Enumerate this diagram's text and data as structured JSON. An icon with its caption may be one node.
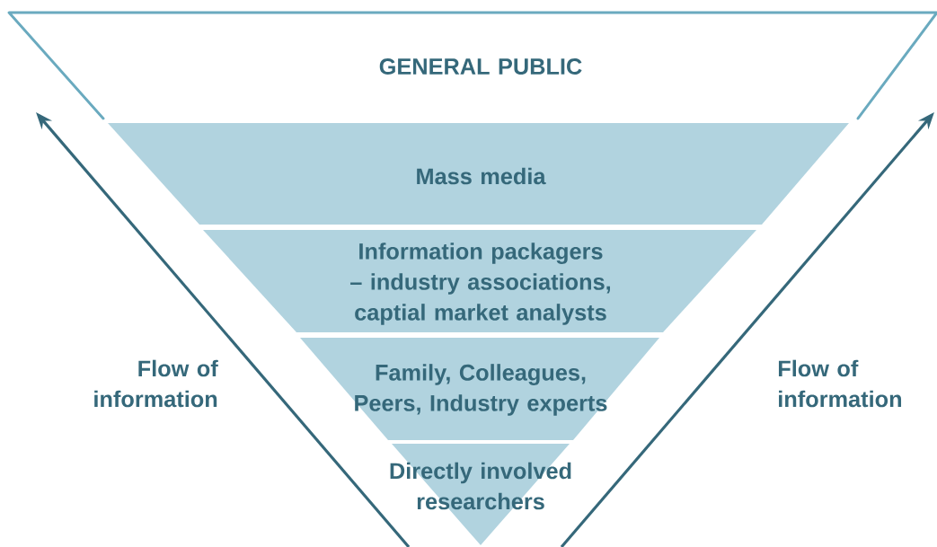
{
  "diagram": {
    "nodes": [
      {
        "text": [
          "GENERAL PUBLIC"
        ]
      },
      {
        "text": [
          "Mass media"
        ]
      },
      {
        "text": [
          "Information packagers – industry associations, captial market analysts"
        ]
      },
      {
        "text": [
          "Family, Colleagues, Peers, Industry experts"
        ]
      },
      {
        "text": [
          "Directly involved researchers"
        ]
      }
    ],
    "labels": [
      "Flow of information",
      "Flow of information"
    ]
  }
}
